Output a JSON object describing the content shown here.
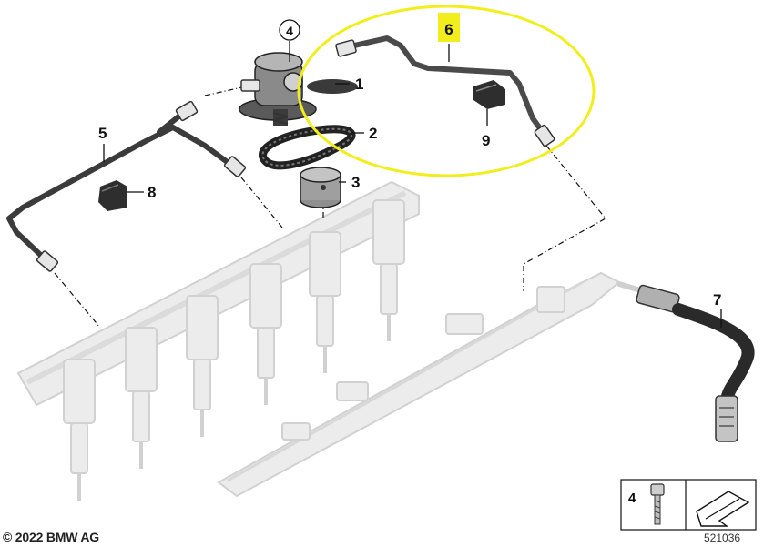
{
  "copyright": "© 2022 BMW AG",
  "diagram_id": "521036",
  "highlight_color": "#f1ee1c",
  "callouts": {
    "c1": "1",
    "c2": "2",
    "c3": "3",
    "c4": "4",
    "c5": "5",
    "c6": "6",
    "c7": "7",
    "c8": "8",
    "c9": "9"
  },
  "legend": {
    "part_number": "4"
  }
}
